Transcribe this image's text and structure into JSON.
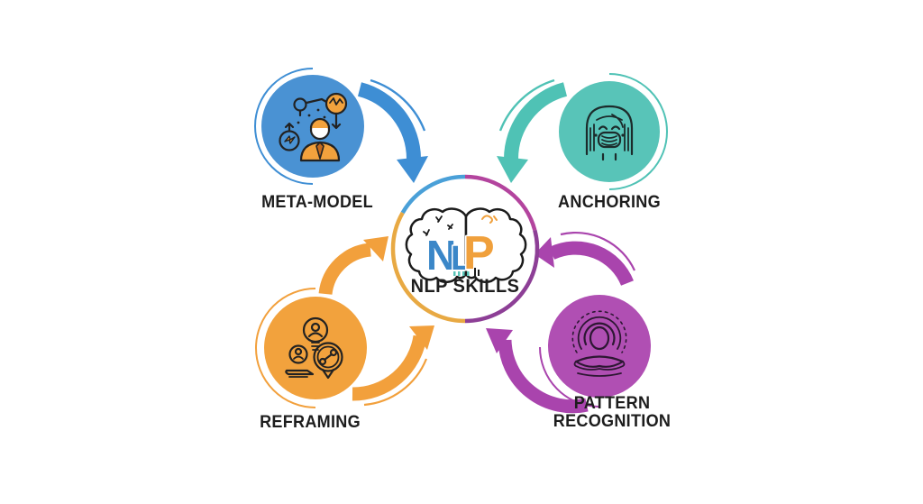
{
  "diagram": {
    "title": "NLP SKILLS",
    "background": "#ffffff",
    "label_color": "#1d1d1d",
    "center": {
      "label": "NLP SKILLS",
      "logo": {
        "letter_n": "N",
        "letter_l": "L",
        "letter_p": "P",
        "letter_blue": "#3b87c8",
        "letter_orange": "#f0a03c",
        "accent_teal": "#58c4b8"
      },
      "ring": {
        "blue": "#4aa0d8",
        "magenta": "#b3449e",
        "purple": "#8d3f96",
        "orange": "#e8a943"
      }
    },
    "nodes": [
      {
        "id": "meta-model",
        "label": "META-MODEL",
        "fill": "#4a92d3",
        "arrow": "#3e8ed4",
        "icon": "person-analysis-icon"
      },
      {
        "id": "anchoring",
        "label": "ANCHORING",
        "fill": "#58c4b8",
        "arrow": "#4fc2b5",
        "icon": "calm-face-mask-icon"
      },
      {
        "id": "reframing",
        "label": "REFRAMING",
        "fill": "#f2a23d",
        "arrow": "#f2a03c",
        "icon": "idea-bulbs-compass-icon"
      },
      {
        "id": "pattern-recognition",
        "label": "PATTERN RECOGNITION",
        "fill": "#b04fb3",
        "arrow": "#a944ad",
        "icon": "meditating-person-icon"
      }
    ]
  }
}
